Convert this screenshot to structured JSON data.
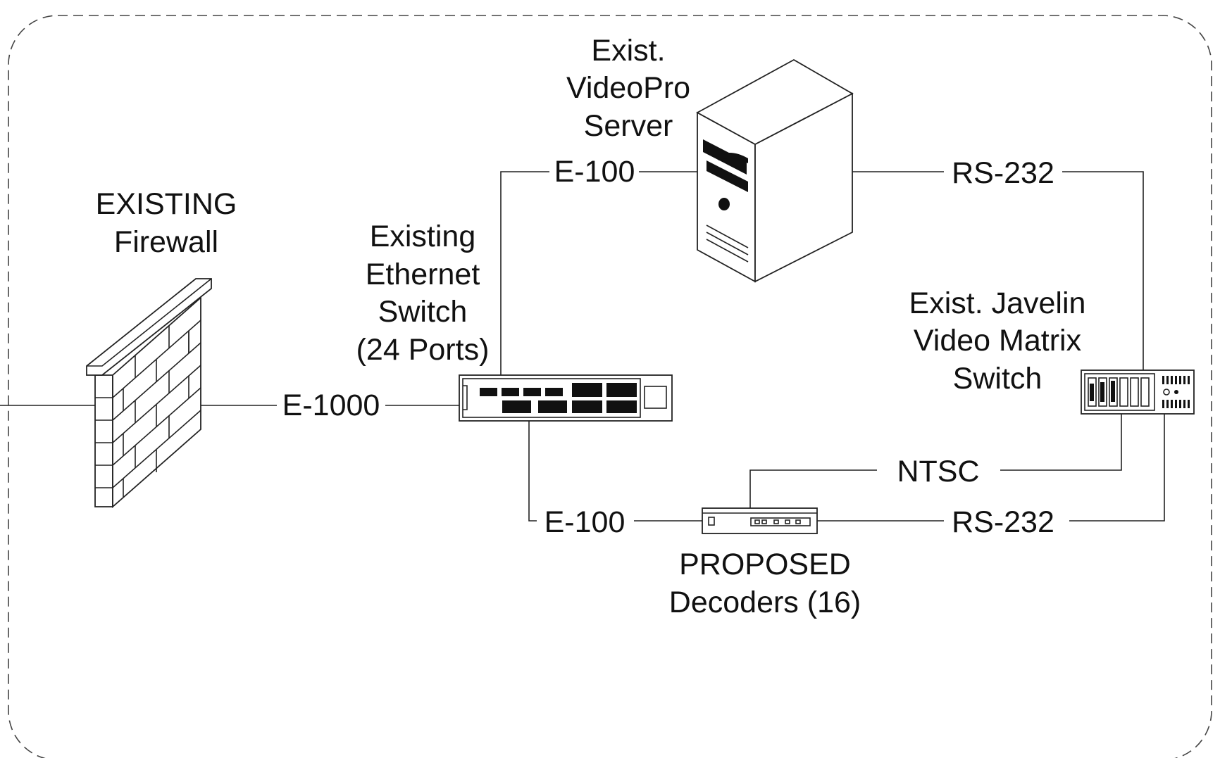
{
  "firewall": {
    "label_line1": "EXISTING",
    "label_line2": "Firewall",
    "icon": "brick-wall-firewall-icon"
  },
  "ethernet_switch": {
    "label_line1": "Existing",
    "label_line2": "Ethernet",
    "label_line3": "Switch",
    "label_line4": "(24 Ports)",
    "icon": "network-switch-icon"
  },
  "server": {
    "label_line1": "Exist.",
    "label_line2": "VideoPro",
    "label_line3": "Server",
    "icon": "tower-server-icon"
  },
  "matrix_switch": {
    "label_line1": "Exist. Javelin",
    "label_line2": "Video Matrix",
    "label_line3": "Switch",
    "icon": "video-matrix-switch-icon"
  },
  "decoders": {
    "label_line1": "PROPOSED",
    "label_line2": "Decoders (16)",
    "icon": "decoder-box-icon"
  },
  "connections": {
    "firewall_to_switch": "E-1000",
    "switch_to_server": "E-100",
    "server_to_matrix": "RS-232",
    "switch_to_decoders": "E-100",
    "decoders_to_matrix_ntsc": "NTSC",
    "decoders_to_matrix_rs232": "RS-232"
  }
}
